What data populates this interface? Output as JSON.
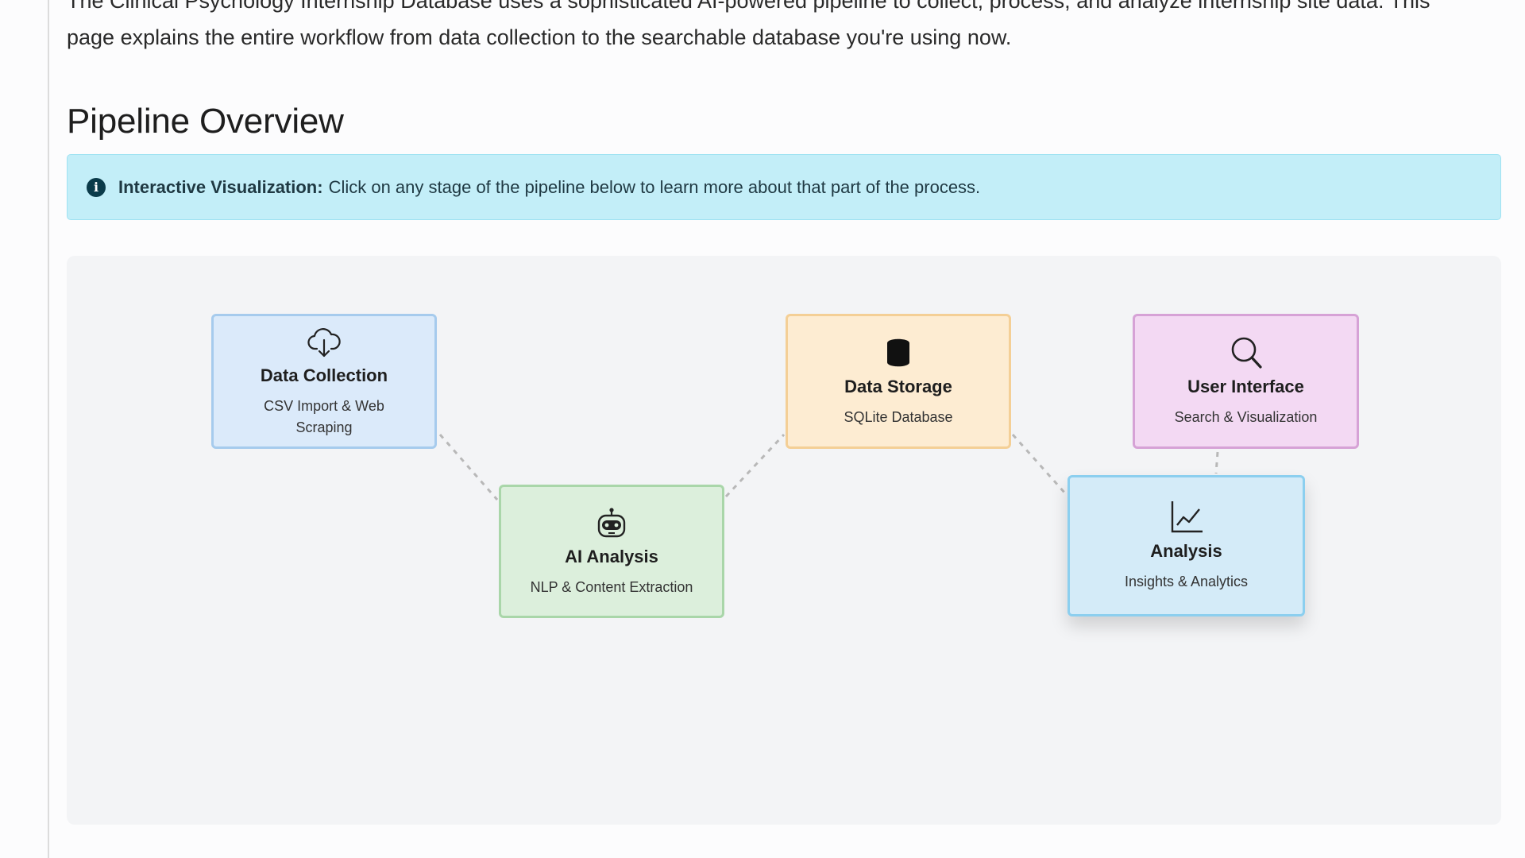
{
  "intro": {
    "text": "The Clinical Psychology Internship Database uses a sophisticated AI-powered pipeline to collect, process, and analyze internship site data. This page explains the entire workflow from data collection to the searchable database you're using now."
  },
  "section": {
    "title": "Pipeline Overview"
  },
  "alert": {
    "icon": "info-icon",
    "strong": "Interactive Visualization:",
    "text": "Click on any stage of the pipeline below to learn more about that part of the process."
  },
  "pipeline": {
    "stages": [
      {
        "id": "collect",
        "icon": "cloud-download-icon",
        "title": "Data Collection",
        "subtitle": "CSV Import & Web Scraping",
        "color": "#dbeafa"
      },
      {
        "id": "ai",
        "icon": "robot-icon",
        "title": "AI Analysis",
        "subtitle": "NLP & Content Extraction",
        "color": "#dcefdc"
      },
      {
        "id": "storage",
        "icon": "database-icon",
        "title": "Data Storage",
        "subtitle": "SQLite Database",
        "color": "#fdecd2"
      },
      {
        "id": "analysis",
        "icon": "line-chart-icon",
        "title": "Analysis",
        "subtitle": "Insights & Analytics",
        "color": "#d4ebf8"
      },
      {
        "id": "ui",
        "icon": "search-icon",
        "title": "User Interface",
        "subtitle": "Search & Visualization",
        "color": "#f3d9f3"
      }
    ]
  }
}
